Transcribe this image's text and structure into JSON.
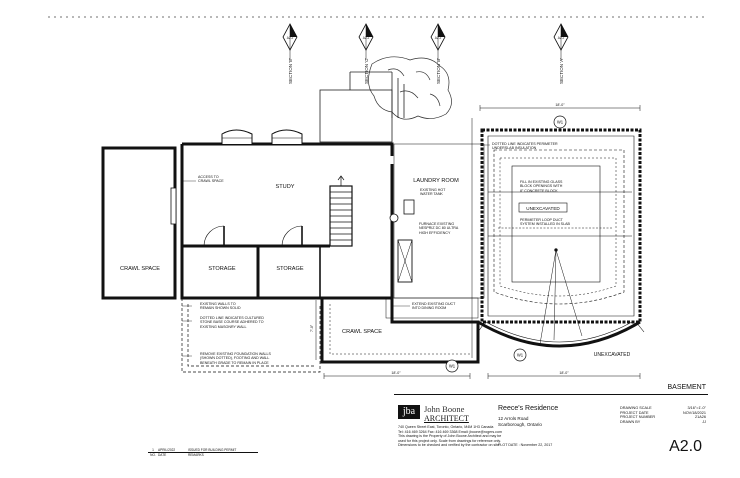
{
  "sections": [
    {
      "label": "SECTION 'E'",
      "ref": "A2.2"
    },
    {
      "label": "SECTION 'C'",
      "ref": "A2.2"
    },
    {
      "label": "SECTION 'B'",
      "ref": "A2.2"
    },
    {
      "label": "SECTION 'A'",
      "ref": "A2.2"
    }
  ],
  "rooms": {
    "study": "STUDY",
    "laundry": "LAUNDRY ROOM",
    "crawl_left": "CRAWL SPACE",
    "storage_1": "STORAGE",
    "storage_2": "STORAGE",
    "crawl_bottom": "CRAWL SPACE",
    "unexcavated_center": "UNEXCAVATED",
    "unexcavated_right": "UNEXCAVATED"
  },
  "notes": {
    "access": [
      "ACCESS TO",
      "CRAWL SPACE"
    ],
    "hot_water": [
      "EXISTING HOT",
      "WATER TANK"
    ],
    "furnace": [
      "FURNACE EXISTING",
      "NESPRIZ DC 80 ULTRA",
      "HIGH EFFICIENCY"
    ],
    "extend_duct": [
      "EXTEND EXISTING DUCT",
      "INTO DINING ROOM"
    ],
    "perimeter": [
      "DOTTED LINE INDICATES PERIMETER",
      "UNDERSLAB INSULATION"
    ],
    "fill_glass": [
      "FILL IN EXISTING GLASS",
      "BLOCK OPENINGS WITH",
      "8\" CONCRETE BLOCK"
    ],
    "loop_duct": [
      "PERIMETER LOOP DUCT",
      "SYSTEM INSTALLED IN SLAB"
    ],
    "walls_remain": [
      "EXISTING WALLS TO",
      "REMAIN SHOWN SOLID"
    ],
    "cultured_stone": [
      "DOTTED LINE INDICATES CULTURED",
      "STONE BASE COURSE ADHERED TO",
      "EXISTING MASONRY WALL"
    ],
    "remove_walls": [
      "REMOVE EXISTING FOUNDATION WALLS",
      "(SHOWN DOTTED), FOOTING AND WALL",
      "BENEATH GRADE TO REMAIN IN PLACE"
    ]
  },
  "window_tags": [
    "W1",
    "W1",
    "W1"
  ],
  "dimensions": [
    "18'-0\"",
    "18'-0\"",
    "18'-0\"",
    "7'-0\""
  ],
  "revisions": {
    "row": [
      "1",
      "APRIL/2022",
      "ISSUED FOR BUILDING PERMIT"
    ],
    "header": [
      "NO.",
      "DATE",
      "REMARKS"
    ]
  },
  "title_block": {
    "sheet_name": "BASEMENT",
    "logo": "jba",
    "firm_name": "John Boone",
    "firm_type": "ARCHITECT",
    "address": "740 Queen Street East, Toronto, Ontario, M4M 1H3 Canada",
    "phone": "Tel: 416 469 3264  Fax: 416 469 3368  Email: jboone@rogers.com",
    "disclaimer": [
      "This drawing is the Property of John Boone Architect and may be",
      "used for this project only. Scale from drawings for reference only.",
      "Dimensions to be checked and verified by the contractor on site."
    ],
    "project_title": "Reece's Residence",
    "project_address_1": "12 Arrols Road",
    "project_address_2": "Scarborough, Ontario",
    "plot_date": "PLOT DATE : November 22, 2017",
    "fields": [
      {
        "label": "DRAWING SCALE",
        "value": "3/16\"=1'-0\""
      },
      {
        "label": "PROJECT DATE",
        "value": "NOV/18/2021"
      },
      {
        "label": "PROJECT NUMBER",
        "value": "21A26"
      },
      {
        "label": "DRAWN BY",
        "value": "JJ"
      }
    ],
    "sheet_number": "A2.0"
  }
}
